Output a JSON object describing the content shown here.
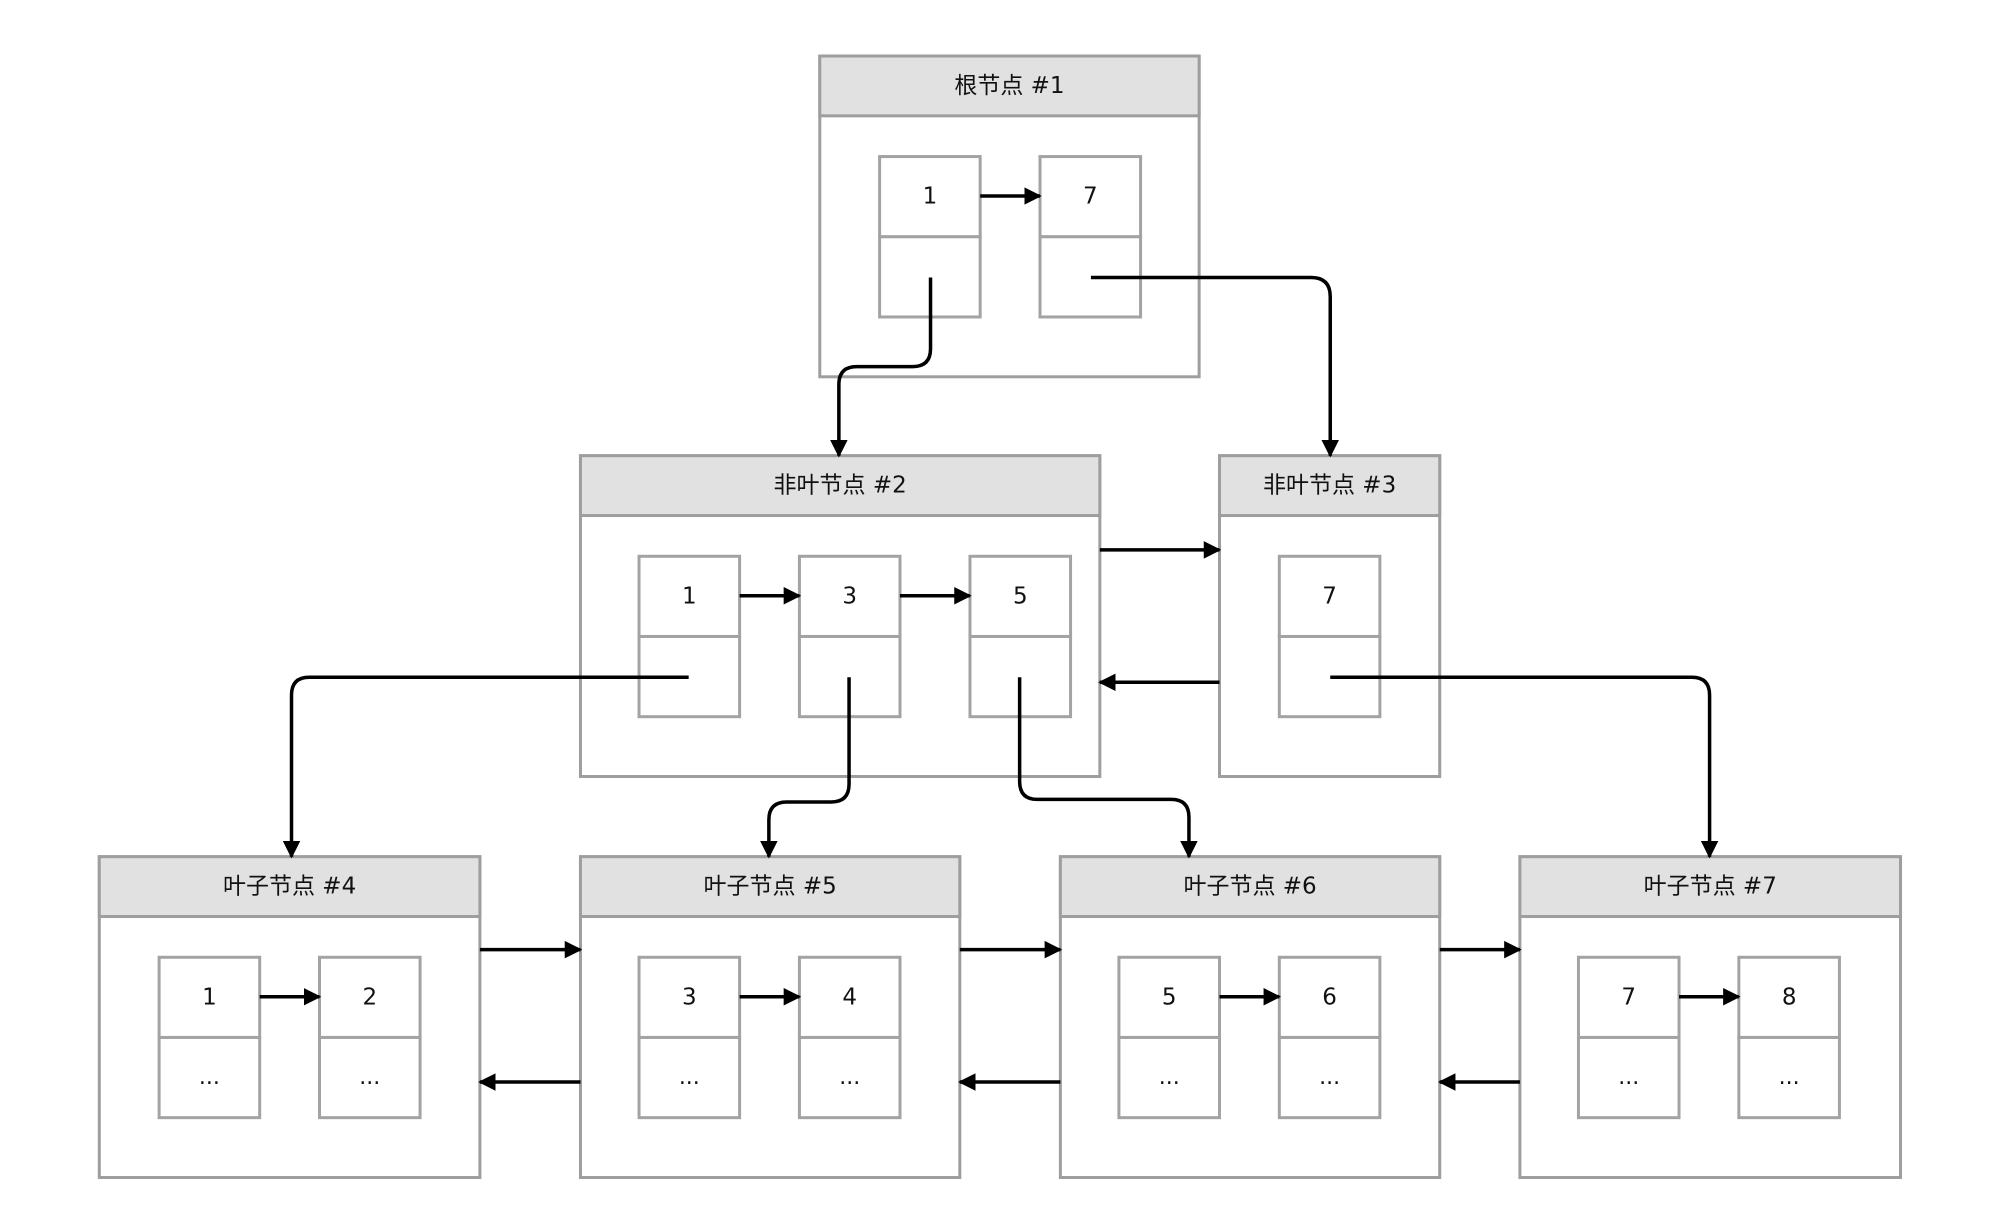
{
  "colors": {
    "header": "#e1e1e1",
    "border": "#9e9e9e",
    "arrow": "#000000"
  },
  "nodes": [
    {
      "id": "n1",
      "title": "根节点 #1",
      "keys": [
        "1",
        "7"
      ],
      "pointers": [
        "",
        ""
      ]
    },
    {
      "id": "n2",
      "title": "非叶节点 #2",
      "keys": [
        "1",
        "3",
        "5"
      ],
      "pointers": [
        "",
        "",
        ""
      ]
    },
    {
      "id": "n3",
      "title": "非叶节点 #3",
      "keys": [
        "7"
      ],
      "pointers": [
        ""
      ]
    },
    {
      "id": "n4",
      "title": "叶子节点 #4",
      "keys": [
        "1",
        "2"
      ],
      "pointers": [
        "...",
        "..."
      ]
    },
    {
      "id": "n5",
      "title": "叶子节点 #5",
      "keys": [
        "3",
        "4"
      ],
      "pointers": [
        "...",
        "..."
      ]
    },
    {
      "id": "n6",
      "title": "叶子节点 #6",
      "keys": [
        "5",
        "6"
      ],
      "pointers": [
        "...",
        "..."
      ]
    },
    {
      "id": "n7",
      "title": "叶子节点 #7",
      "keys": [
        "7",
        "8"
      ],
      "pointers": [
        "...",
        "..."
      ]
    }
  ],
  "edges": [
    {
      "from": "n1.1",
      "to": "n1.7",
      "type": "key-link"
    },
    {
      "from": "n1.ptr.1",
      "to": "n2",
      "type": "child"
    },
    {
      "from": "n1.ptr.7",
      "to": "n3",
      "type": "child"
    },
    {
      "from": "n2.1",
      "to": "n2.3",
      "type": "key-link"
    },
    {
      "from": "n2.3",
      "to": "n2.5",
      "type": "key-link"
    },
    {
      "from": "n2",
      "to": "n3",
      "type": "next-sibling"
    },
    {
      "from": "n3",
      "to": "n2",
      "type": "prev-sibling"
    },
    {
      "from": "n2.ptr.1",
      "to": "n4",
      "type": "child"
    },
    {
      "from": "n2.ptr.3",
      "to": "n5",
      "type": "child"
    },
    {
      "from": "n2.ptr.5",
      "to": "n6",
      "type": "child"
    },
    {
      "from": "n3.ptr.7",
      "to": "n7",
      "type": "child"
    },
    {
      "from": "n4.1",
      "to": "n4.2",
      "type": "key-link"
    },
    {
      "from": "n5.3",
      "to": "n5.4",
      "type": "key-link"
    },
    {
      "from": "n6.5",
      "to": "n6.6",
      "type": "key-link"
    },
    {
      "from": "n7.7",
      "to": "n7.8",
      "type": "key-link"
    },
    {
      "from": "n4",
      "to": "n5",
      "type": "next-sibling"
    },
    {
      "from": "n5",
      "to": "n4",
      "type": "prev-sibling"
    },
    {
      "from": "n5",
      "to": "n6",
      "type": "next-sibling"
    },
    {
      "from": "n6",
      "to": "n5",
      "type": "prev-sibling"
    },
    {
      "from": "n6",
      "to": "n7",
      "type": "next-sibling"
    },
    {
      "from": "n7",
      "to": "n6",
      "type": "prev-sibling"
    }
  ]
}
